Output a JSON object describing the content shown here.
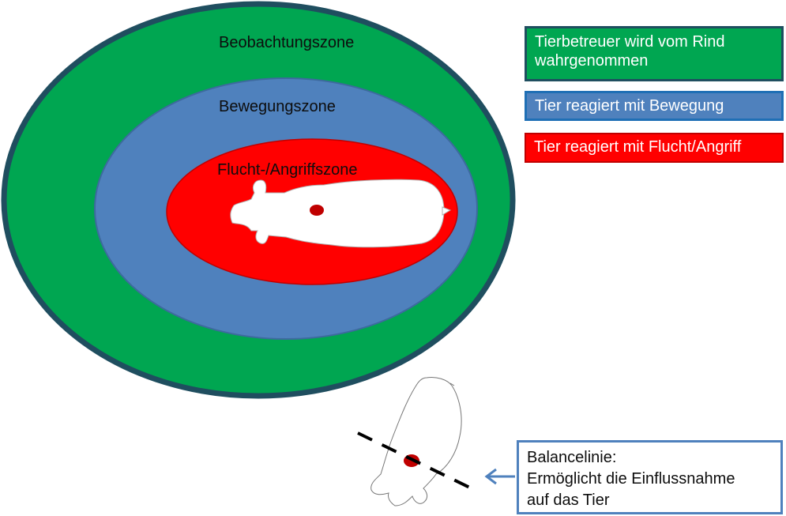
{
  "zones": {
    "observation": "Beobachtungszone",
    "movement": "Bewegungszone",
    "flight": "Flucht-/Angriffszone"
  },
  "legend": {
    "observation": "Tierbetreuer wird vom Rind wahrgenommen",
    "movement": "Tier reagiert mit Bewegung",
    "flight": "Tier reagiert mit Flucht/Angriff"
  },
  "balance_info": {
    "line1": "Balancelinie:",
    "line2": "Ermöglicht die Einflussnahme",
    "line3": "auf das Tier"
  },
  "colors": {
    "observation_zone": "#00a651",
    "movement_zone": "#4f81bd",
    "flight_zone": "#ff0000",
    "outline": "#1f4e5f",
    "point_of_balance": "#c00000",
    "arrow": "#4f81bd"
  },
  "icons": {
    "cow_top": "cow-top-view-icon",
    "cow_balance": "cow-balance-view-icon",
    "arrow": "arrow-left-icon"
  }
}
